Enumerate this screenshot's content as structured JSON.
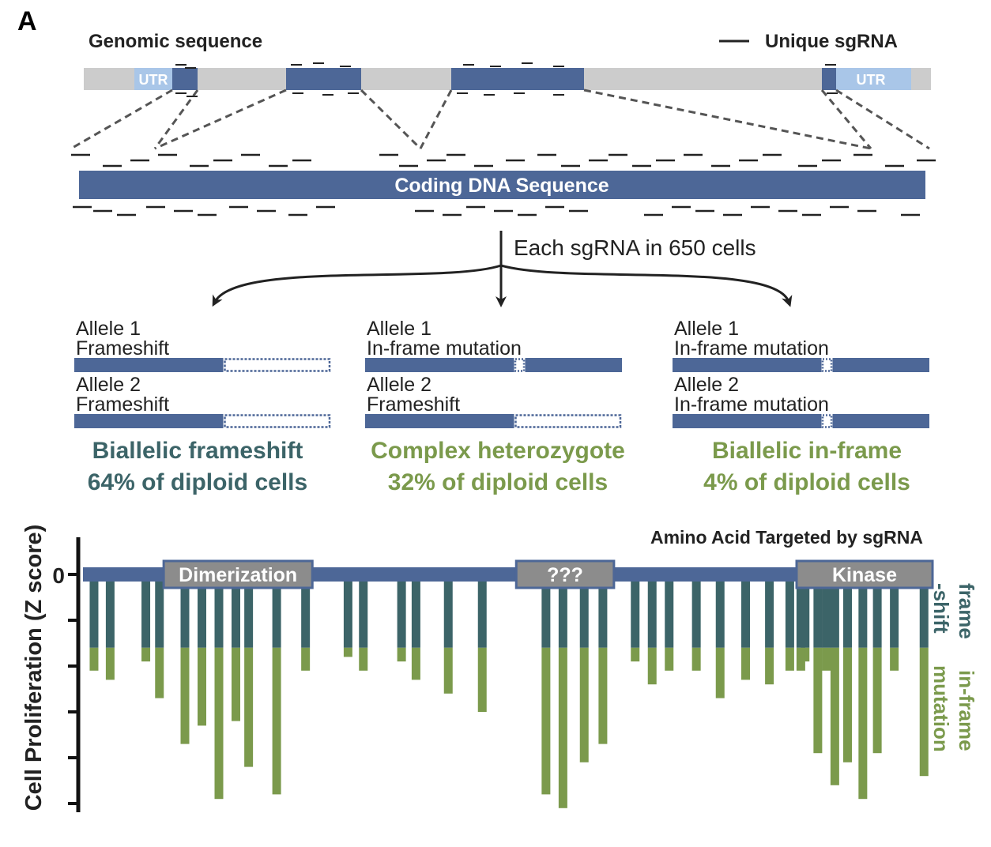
{
  "panel_label": "A",
  "top": {
    "genomic_label": "Genomic sequence",
    "legend_label": "Unique sgRNA",
    "utr_left": "UTR",
    "utr_right": "UTR",
    "cds_label": "Coding DNA Sequence",
    "cells_label": "Each sgRNA in 650 cells"
  },
  "outcomes": [
    {
      "allele1_name": "Allele 1",
      "allele1_type": "Frameshift",
      "allele2_name": "Allele 2",
      "allele2_type": "Frameshift",
      "title": "Biallelic frameshift",
      "pct": "64% of diploid cells",
      "a1": "frameshift",
      "a2": "frameshift"
    },
    {
      "allele1_name": "Allele 1",
      "allele1_type": "In-frame mutation",
      "allele2_name": "Allele 2",
      "allele2_type": "Frameshift",
      "title": "Complex heterozygote",
      "pct": "32% of diploid cells",
      "a1": "inframe",
      "a2": "frameshift"
    },
    {
      "allele1_name": "Allele 1",
      "allele1_type": "In-frame mutation",
      "allele2_name": "Allele 2",
      "allele2_type": "In-frame mutation",
      "title": "Biallelic in-frame",
      "pct": "4% of diploid cells",
      "a1": "inframe",
      "a2": "inframe"
    }
  ],
  "colors": {
    "cds_blue": "#4d6797",
    "utr_light": "#a9c6e8",
    "genome_gray": "#cccccc",
    "frameshift_teal": "#3c6468",
    "inframe_green": "#7b9a4c",
    "domain_gray": "#8c8c8c"
  },
  "chart_data": {
    "type": "bar",
    "ylabel": "Cell Proliferation (Z score)",
    "xlabel": "Amino Acid Targeted by sgRNA",
    "y_tick_labels": [
      "0"
    ],
    "domains": [
      {
        "name": "Dimerization",
        "start": 0.095,
        "end": 0.27
      },
      {
        "name": "???",
        "start": 0.51,
        "end": 0.625
      },
      {
        "name": "Kinase",
        "start": 0.84,
        "end": 1.0
      }
    ],
    "legend": [
      "frame -shift",
      "in-frame mutation"
    ],
    "positions": [
      0.013,
      0.032,
      0.074,
      0.09,
      0.12,
      0.14,
      0.16,
      0.18,
      0.195,
      0.228,
      0.262,
      0.312,
      0.33,
      0.375,
      0.392,
      0.43,
      0.47,
      0.545,
      0.565,
      0.59,
      0.612,
      0.65,
      0.67,
      0.69,
      0.722,
      0.75,
      0.78,
      0.808,
      0.832,
      0.85,
      0.875,
      0.845,
      0.865,
      0.885,
      0.9,
      0.918,
      0.935,
      0.955,
      0.99
    ],
    "frameshift": [
      -1.6,
      -1.6,
      -1.6,
      -1.6,
      -1.6,
      -1.6,
      -1.6,
      -1.6,
      -1.6,
      -1.6,
      -1.6,
      -1.6,
      -1.6,
      -1.6,
      -1.6,
      -1.6,
      -1.6,
      -1.6,
      -1.6,
      -1.6,
      -1.6,
      -1.6,
      -1.6,
      -1.6,
      -1.6,
      -1.6,
      -1.6,
      -1.6,
      -1.6,
      -1.6,
      -1.6,
      -1.6,
      -1.6,
      -1.6,
      -1.6,
      -1.6,
      -1.6,
      -1.6,
      -1.6
    ],
    "inframe": [
      -2.1,
      -2.3,
      -1.9,
      -2.7,
      -3.7,
      -3.3,
      -4.9,
      -3.2,
      -4.2,
      -4.8,
      -2.1,
      -1.8,
      -2.1,
      -1.9,
      -2.3,
      -2.6,
      -3.0,
      -4.8,
      -5.1,
      -4.1,
      -3.7,
      -1.9,
      -2.4,
      -2.1,
      -2.1,
      -2.7,
      -2.3,
      -2.4,
      -2.1,
      -1.9,
      -2.1,
      -2.1,
      -3.9,
      -4.6,
      -4.1,
      -4.9,
      -3.9,
      -2.1,
      -4.4
    ],
    "ylim": [
      -5.2,
      0.6
    ]
  }
}
